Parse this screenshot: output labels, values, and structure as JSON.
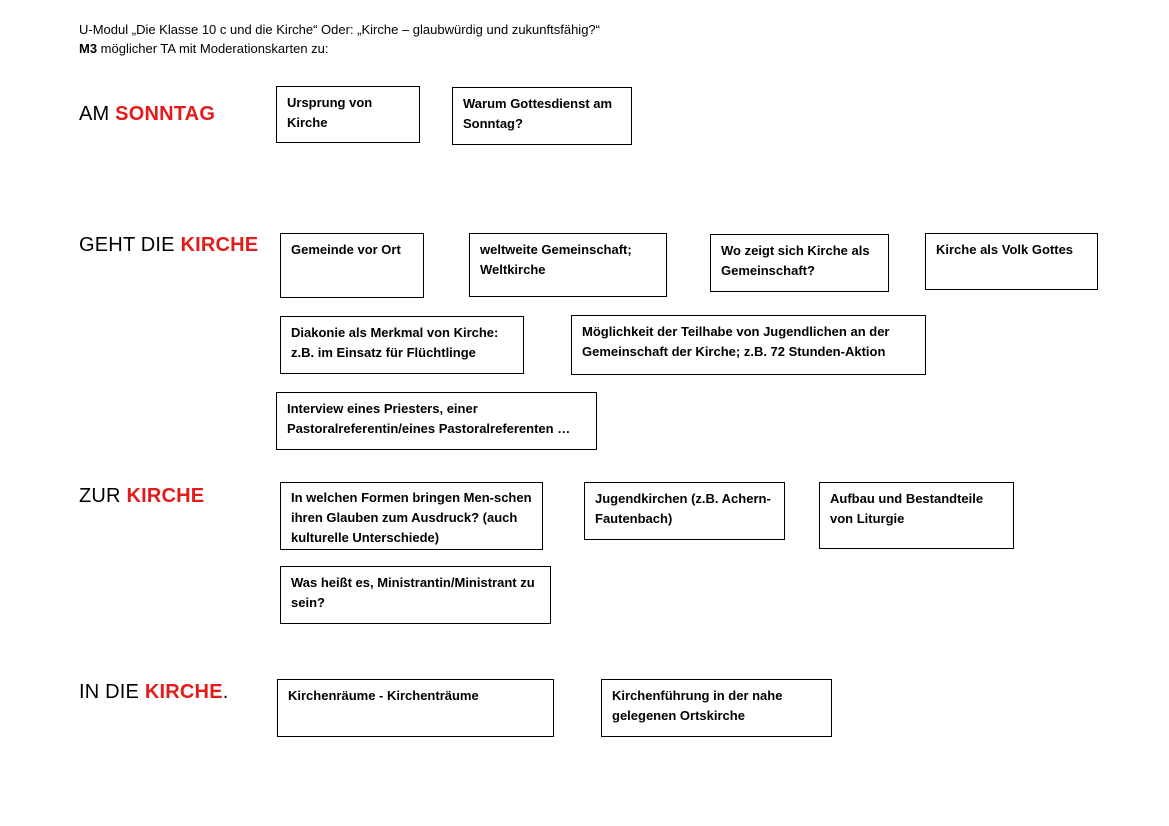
{
  "header": {
    "line1": "U-Modul „Die Klasse 10 c und die Kirche“ Oder: „Kirche – glaubwürdig und zukunftsfähig?“",
    "line2_bold": "M3",
    "line2_rest": " möglicher TA mit Moderationskarten zu:"
  },
  "sections": {
    "sonntag": {
      "prefix": "AM ",
      "accent": "SONNTAG",
      "suffix": "",
      "cards": [
        "Ursprung von Kirche",
        "Warum Gottesdienst am Sonntag?"
      ]
    },
    "geht": {
      "prefix": "GEHT DIE ",
      "accent": "KIRCHE",
      "suffix": "",
      "cards": [
        "Gemeinde vor Ort",
        "weltweite Gemeinschaft; Weltkirche",
        "Wo zeigt sich Kirche als Gemeinschaft?",
        "Kirche als Volk Gottes",
        "Diakonie als Merkmal von Kirche: z.B. im Einsatz für Flüchtlinge",
        "Möglichkeit der Teilhabe von Jugendlichen an der Gemeinschaft der Kirche; z.B. 72 Stunden-Aktion",
        "Interview eines Priesters, einer Pastoralreferentin/eines Pastoralreferenten …"
      ]
    },
    "zur": {
      "prefix": "ZUR ",
      "accent": "KIRCHE",
      "suffix": "",
      "cards": [
        "In welchen Formen bringen Men-schen ihren Glauben zum Ausdruck? (auch kulturelle Unterschiede)",
        "Jugendkirchen (z.B. Achern-Fautenbach)",
        "Aufbau und Bestandteile von Liturgie",
        "Was heißt es, Ministrantin/Ministrant zu sein?"
      ]
    },
    "in": {
      "prefix": "IN DIE ",
      "accent": "KIRCHE",
      "suffix": ".",
      "cards": [
        "Kirchenräume - Kirchenträume",
        "Kirchenführung in der nahe gelegenen Ortskirche"
      ]
    }
  },
  "colors": {
    "accent": "#e31b1b",
    "text": "#000000",
    "card_border": "#000000"
  }
}
